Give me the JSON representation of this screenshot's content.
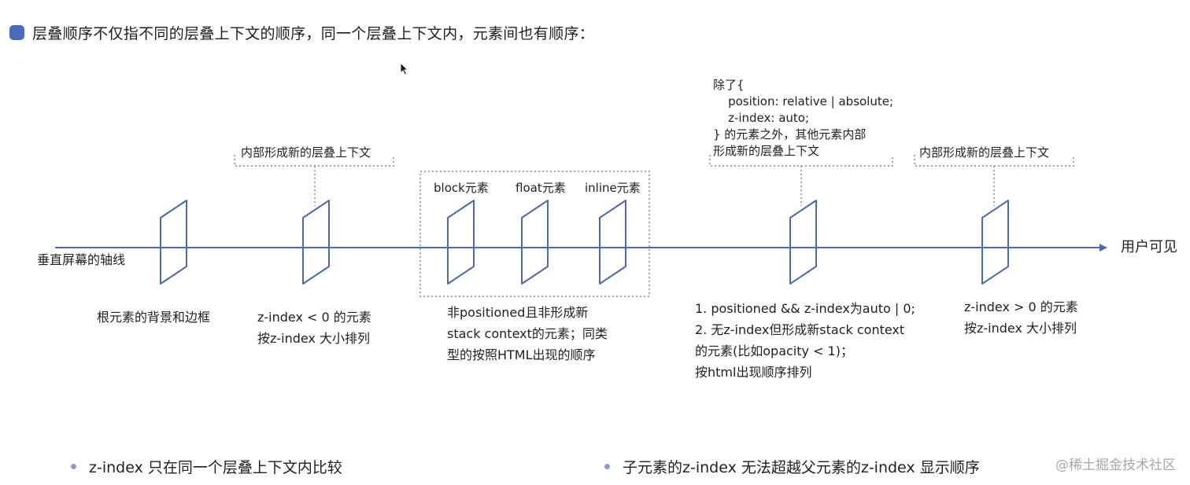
{
  "heading": "层叠顺序不仅指不同的层叠上下文的顺序，同一个层叠上下文内，元素间也有顺序：",
  "axis": {
    "start_label": "垂直屏幕的轴线",
    "end_label": "用户可见"
  },
  "planes": {
    "root": "根元素的背景和边框",
    "negative": "z-index < 0 的元素\n按z-index 大小排列",
    "block": "block元素",
    "float": "float元素",
    "inline": "inline元素",
    "non_positioned": "非positioned且非形成新\nstack context的元素；同类\n型的按照HTML出现的顺序",
    "auto_zero": "1. positioned && z-index为auto | 0;\n2. 无z-index但形成新stack context\n的元素(比如opacity < 1)；\n按html出现顺序排列",
    "positive": "z-index > 0 的元素\n按z-index 大小排列"
  },
  "callouts": {
    "negative_context": "内部形成新的层叠上下文",
    "positive_context": "内部形成新的层叠上下文",
    "except_note": "除了{\n    position: relative | absolute;\n    z-index: auto;\n} 的元素之外，其他元素内部\n形成新的层叠上下文"
  },
  "bullets": [
    "z-index  只在同一个层叠上下文内比较",
    "子元素的z-index 无法超越父元素的z-index 显示顺序"
  ],
  "watermark": "@稀土掘金技术社区",
  "colors": {
    "marker": "#4a6bb8",
    "line": "#4f6aa8",
    "dotted": "#5f6f95",
    "bullet": "#8f9cc8"
  }
}
